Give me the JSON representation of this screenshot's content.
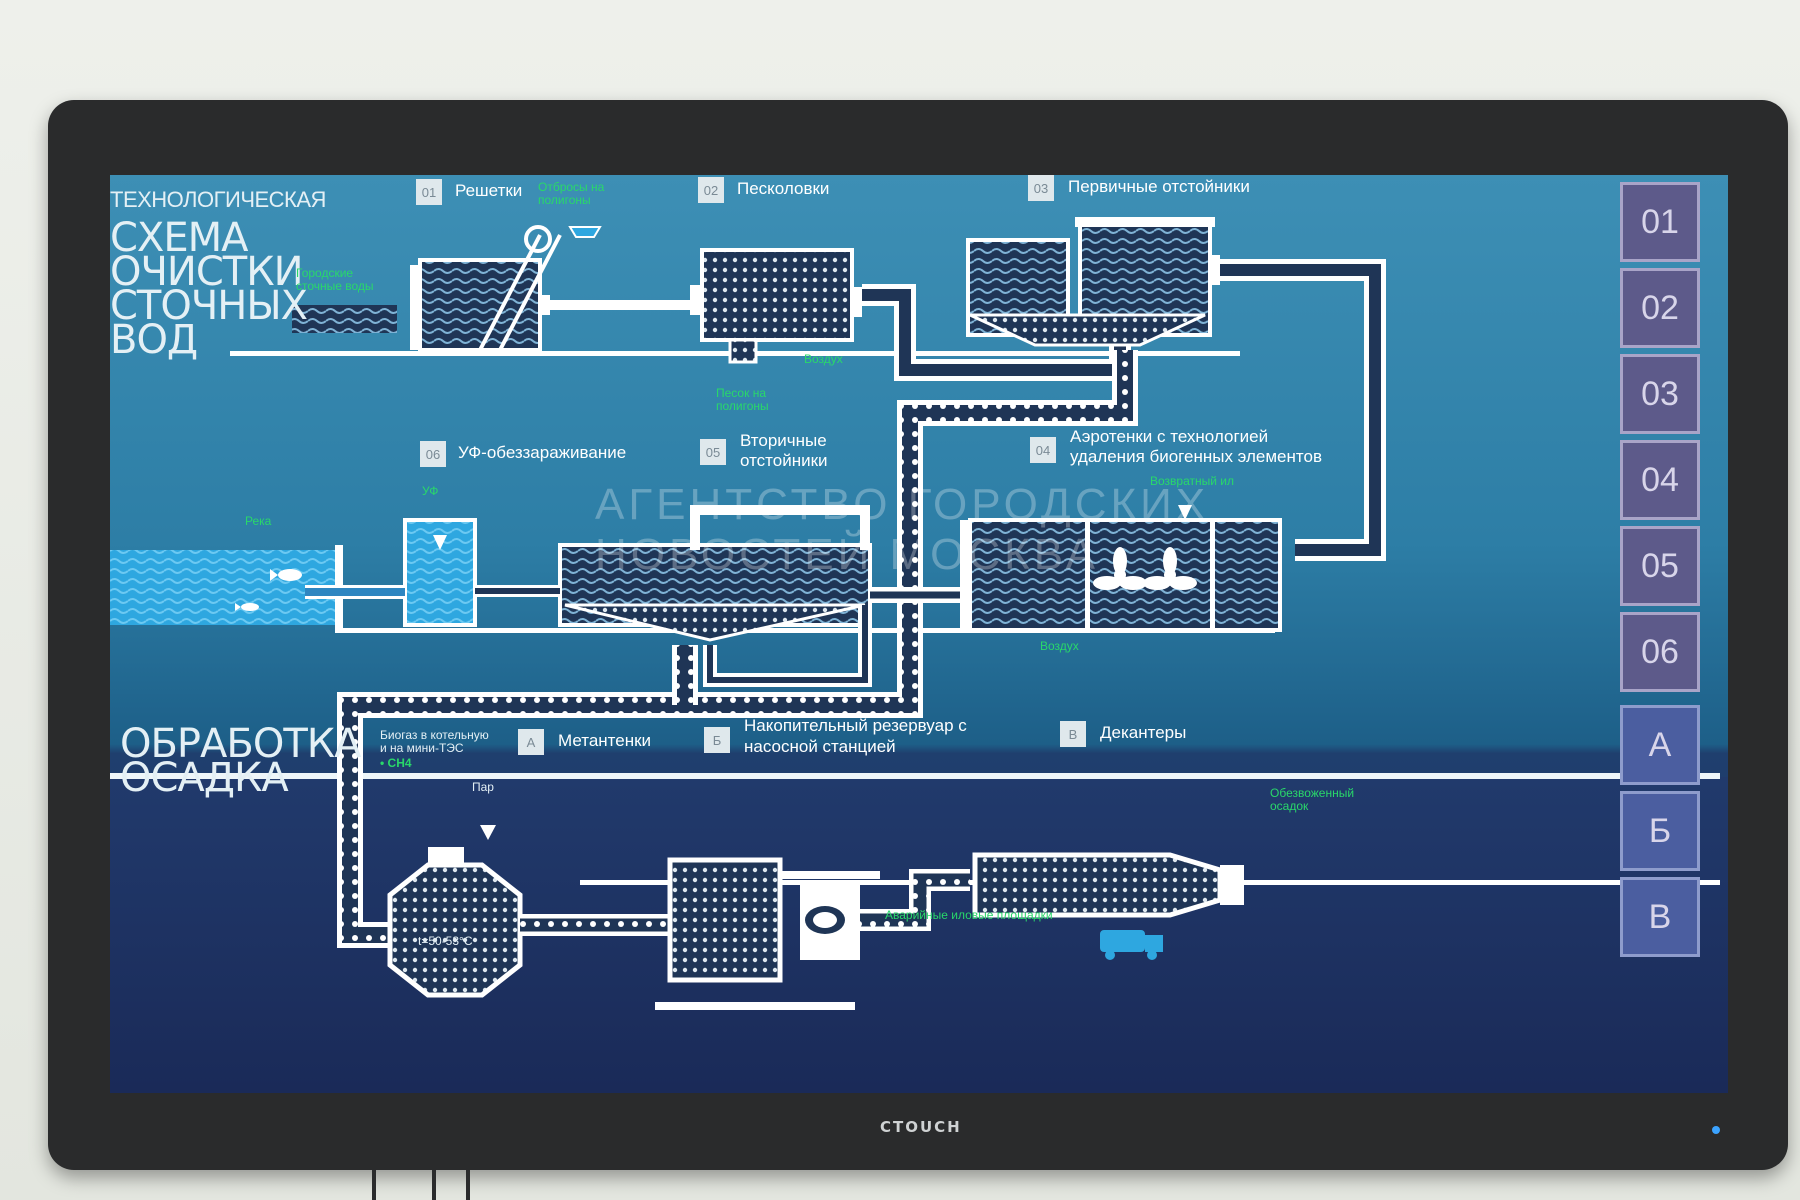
{
  "device": {
    "brand": "CTOUCH"
  },
  "header": {
    "title_line1": "ТЕХНОЛОГИЧЕСКАЯ",
    "title_rest": "СХЕМА ОЧИСТКИ СТОЧНЫХ ВОД"
  },
  "stages": {
    "s01": {
      "num": "01",
      "label": "Решетки"
    },
    "s02": {
      "num": "02",
      "label": "Песколовки"
    },
    "s03": {
      "num": "03",
      "label": "Первичные отстойники"
    },
    "s04": {
      "num": "04",
      "label": "Аэротенки с технологией удаления биогенных элементов"
    },
    "s05": {
      "num": "05",
      "label": "Вторичные отстойники"
    },
    "s06": {
      "num": "06",
      "label": "УФ-обеззараживание"
    }
  },
  "annotations": {
    "waste_to_landfill": "Отбросы на полигоны",
    "city_wastewater": "Городские сточные воды",
    "sand_to_landfill": "Песок на полигоны",
    "air_top": "Воздух",
    "return_sludge": "Возвратный ил",
    "uv": "УФ",
    "river": "Река",
    "air_bottom": "Воздух",
    "biogas": "Биогаз в котельную и на мини-ТЭС",
    "ch4": "• CH4",
    "steam": "Пар",
    "temperature": "t=50-53°C",
    "dewatered": "Обезвоженный осадок",
    "emergency": "Аварийные иловые площадки"
  },
  "sludge": {
    "title": "ОБРАБОТКА ОСАДКА",
    "a": {
      "num": "А",
      "label": "Метантенки"
    },
    "b": {
      "num": "Б",
      "label": "Накопительный резервуар с насосной станцией"
    },
    "v": {
      "num": "В",
      "label": "Декантеры"
    }
  },
  "nav": [
    "01",
    "02",
    "03",
    "04",
    "05",
    "06",
    "А",
    "Б",
    "В"
  ],
  "watermark": {
    "line1": "АГЕНТСТВО ГОРОДСКИХ",
    "line2": "НОВОСТЕЙ МОСКВА"
  },
  "colors": {
    "pipe": "#ffffff",
    "tank": "#1f3556",
    "accent_green": "#29d86a",
    "nav": "#5d5a8a"
  }
}
